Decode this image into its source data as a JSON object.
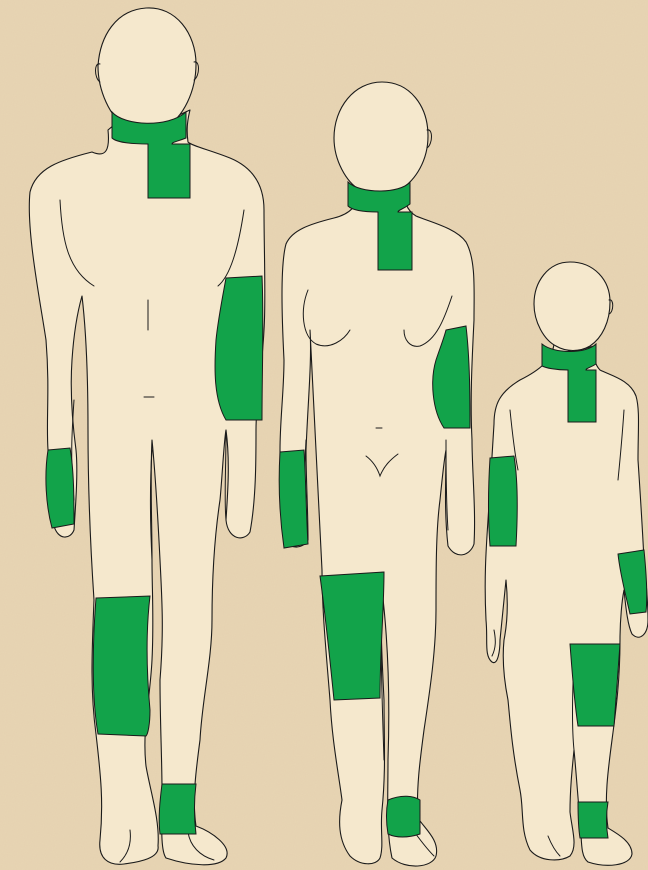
{
  "colors": {
    "background": "#e8d5b4",
    "skin": "#f5e8cd",
    "outline": "#1a1a1a",
    "band": "#12a34a"
  },
  "figures": [
    {
      "name": "man",
      "bands": [
        "neck",
        "upper-arm-left",
        "wrist-right",
        "knee-right",
        "ankle-left"
      ]
    },
    {
      "name": "woman",
      "bands": [
        "neck",
        "elbow-left",
        "wrist-right",
        "knee-right",
        "ankle-left"
      ]
    },
    {
      "name": "child",
      "bands": [
        "neck",
        "upper-arm-right",
        "wrist-left",
        "knee-left",
        "ankle-left"
      ]
    }
  ]
}
